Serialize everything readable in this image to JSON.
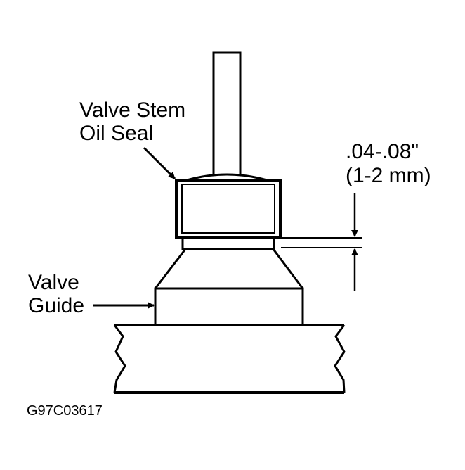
{
  "labels": {
    "seal_line1": "Valve Stem",
    "seal_line2": "Oil Seal",
    "guide_line1": "Valve",
    "guide_line2": "Guide",
    "dim_inch": ".04-.08\"",
    "dim_mm": "(1-2 mm)"
  },
  "figure_code": "G97C03617",
  "colors": {
    "ink": "#000000",
    "paper": "#ffffff"
  }
}
